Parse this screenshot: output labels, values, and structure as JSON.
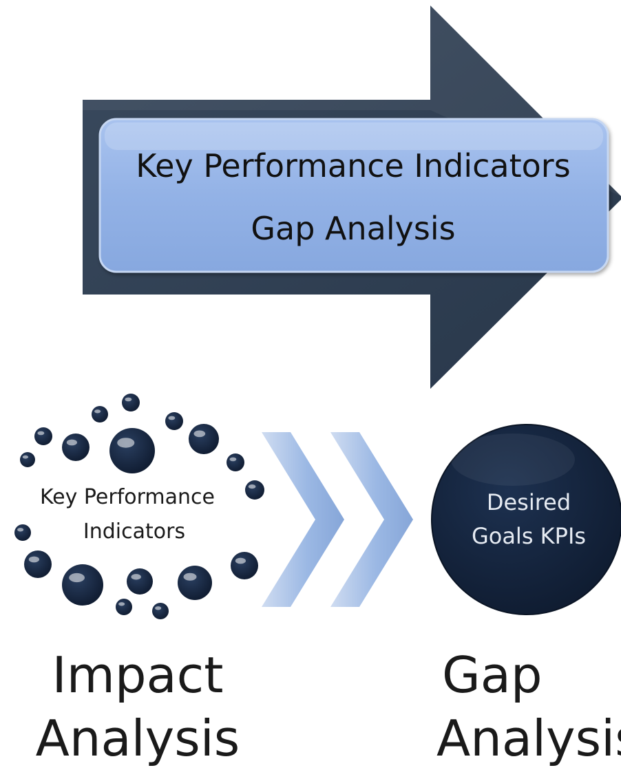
{
  "banner": {
    "line1": "Key Performance Indicators",
    "line2": "Gap Analysis"
  },
  "cluster": {
    "line1": "Key Performance",
    "line2": "Indicators"
  },
  "goal_circle": {
    "line1": "Desired",
    "line2": "Goals KPIs"
  },
  "captions": {
    "impact": {
      "line1": "Impact",
      "line2": "Analysis"
    },
    "gap": {
      "line1": "Gap",
      "line2": "Analysis"
    }
  },
  "colors": {
    "arrow_dark": "#2f3d4f",
    "banner_fill": "#93b2e6",
    "banner_text": "#111111",
    "chevron_fill": "#9ab8e4",
    "circle_fill": "#13233d",
    "circle_text": "#e6ebf2",
    "dot_fill": "#1a2b45"
  }
}
